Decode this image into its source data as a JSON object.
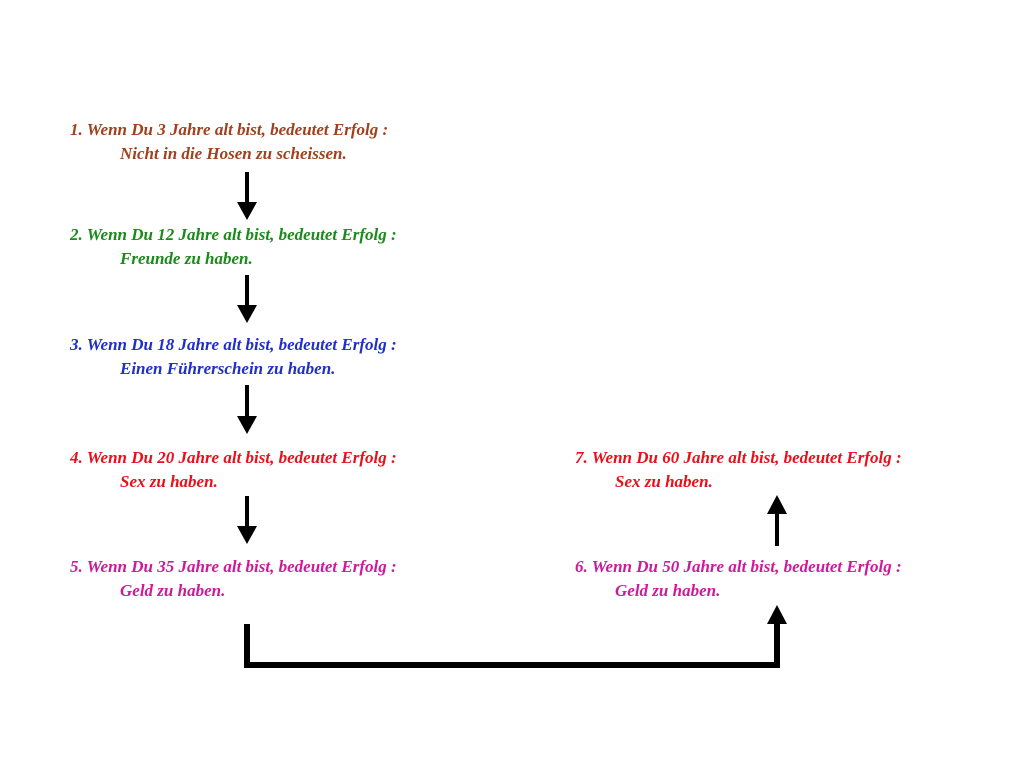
{
  "colors": {
    "brown": "#a0401c",
    "green": "#1a8a1a",
    "blue": "#1f2fc8",
    "red": "#e8101a",
    "magenta": "#cc1a9a",
    "arrow": "#000000"
  },
  "items": [
    {
      "heading": "1. Wenn Du 3 Jahre alt bist, bedeutet Erfolg :",
      "text": "Nicht in die Hosen zu scheissen.",
      "color_key": "brown"
    },
    {
      "heading": "2. Wenn Du 12 Jahre alt bist, bedeutet Erfolg :",
      "text": "Freunde zu haben.",
      "color_key": "green"
    },
    {
      "heading": "3. Wenn Du 18 Jahre alt bist, bedeutet Erfolg :",
      "text": "Einen Führerschein zu haben.",
      "color_key": "blue"
    },
    {
      "heading": "4. Wenn Du 20 Jahre alt bist, bedeutet Erfolg :",
      "text": "Sex zu haben.",
      "color_key": "red"
    },
    {
      "heading": "5. Wenn Du 35 Jahre alt bist, bedeutet Erfolg :",
      "text": "Geld zu haben.",
      "color_key": "magenta"
    },
    {
      "heading": "6. Wenn Du 50 Jahre alt bist, bedeutet Erfolg :",
      "text": "Geld zu haben.",
      "color_key": "magenta"
    },
    {
      "heading": "7. Wenn Du 60 Jahre alt bist, bedeutet Erfolg :",
      "text": "Sex zu haben.",
      "color_key": "red"
    }
  ]
}
